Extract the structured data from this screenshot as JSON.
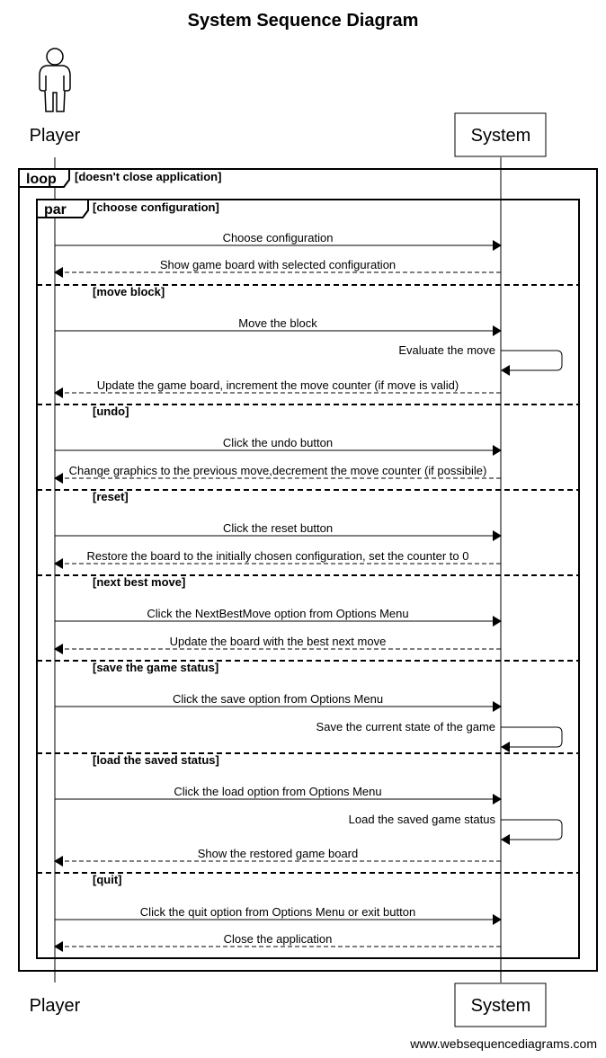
{
  "title": "System Sequence Diagram",
  "participants": {
    "player": "Player",
    "system": "System"
  },
  "loop": {
    "keyword": "loop",
    "guard": "[doesn't close application]"
  },
  "par": {
    "keyword": "par",
    "sections": [
      {
        "guard": "[choose configuration]",
        "messages": [
          {
            "text": "Choose configuration",
            "type": "call"
          },
          {
            "text": "Show game board with selected configuration",
            "type": "return"
          }
        ]
      },
      {
        "guard": "[move block]",
        "messages": [
          {
            "text": "Move the block",
            "type": "call"
          },
          {
            "text": "Evaluate the move",
            "type": "self"
          },
          {
            "text": "Update the game board, increment the move counter (if move is valid)",
            "type": "return"
          }
        ]
      },
      {
        "guard": "[undo]",
        "messages": [
          {
            "text": "Click the undo button",
            "type": "call"
          },
          {
            "text": "Change graphics to the previous move,decrement the move counter (if possibile)",
            "type": "return"
          }
        ]
      },
      {
        "guard": "[reset]",
        "messages": [
          {
            "text": "Click the reset button",
            "type": "call"
          },
          {
            "text": "Restore the board to the initially chosen configuration, set the counter to 0",
            "type": "return"
          }
        ]
      },
      {
        "guard": "[next best move]",
        "messages": [
          {
            "text": "Click the NextBestMove option from Options Menu",
            "type": "call"
          },
          {
            "text": "Update the board with the best next move",
            "type": "return"
          }
        ]
      },
      {
        "guard": "[save the game status]",
        "messages": [
          {
            "text": "Click the save option from Options Menu",
            "type": "call"
          },
          {
            "text": "Save the current state of the game",
            "type": "self"
          }
        ]
      },
      {
        "guard": "[load the saved status]",
        "messages": [
          {
            "text": "Click the load option from Options Menu",
            "type": "call"
          },
          {
            "text": "Load the saved game status",
            "type": "self"
          },
          {
            "text": "Show the restored game board",
            "type": "return"
          }
        ]
      },
      {
        "guard": "[quit]",
        "messages": [
          {
            "text": "Click the quit option from Options Menu or exit button",
            "type": "call"
          },
          {
            "text": "Close the application",
            "type": "return"
          }
        ]
      }
    ]
  },
  "footer": "www.websequencediagrams.com"
}
